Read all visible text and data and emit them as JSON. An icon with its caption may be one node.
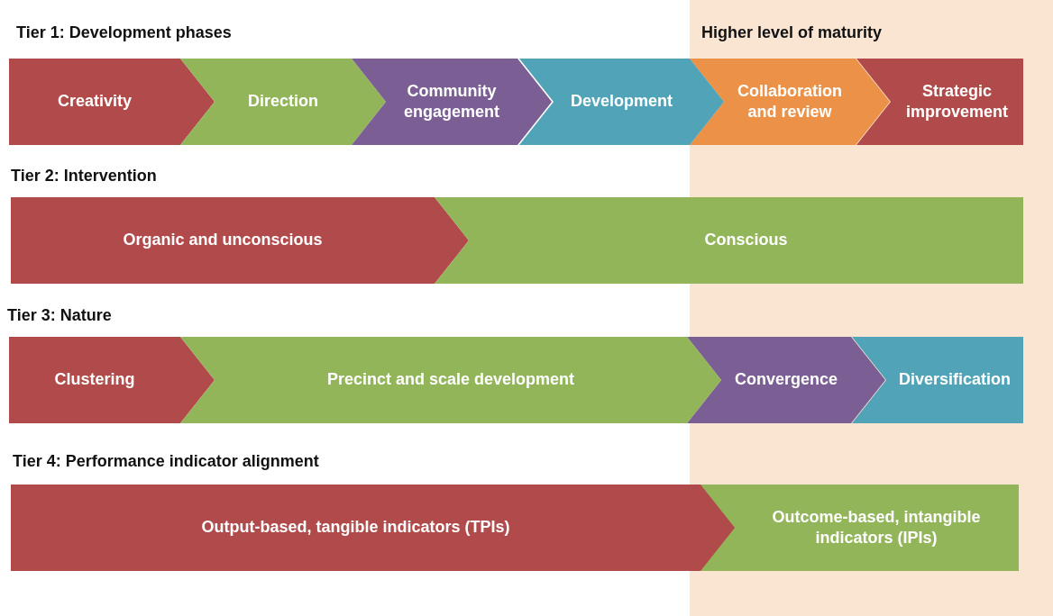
{
  "diagram": {
    "nodes": [
      {
        "text": [
          "Higher level of maturity"
        ]
      },
      {
        "text": [
          "Creativity"
        ]
      },
      {
        "text": [
          "Direction"
        ]
      },
      {
        "text": [
          "Community engagement"
        ]
      },
      {
        "text": [
          "Development"
        ]
      },
      {
        "text": [
          "Collaboration and review"
        ],
        "in": 0
      },
      {
        "text": [
          "Strategic improvement"
        ],
        "in": 0
      },
      {
        "text": [
          "Organic and unconscious"
        ]
      },
      {
        "text": [
          "Conscious"
        ]
      },
      {
        "text": [
          "Clustering"
        ]
      },
      {
        "text": [
          "Precinct and scale development"
        ]
      },
      {
        "text": [
          "Convergence"
        ],
        "in": 0
      },
      {
        "text": [
          "Diversification"
        ],
        "in": 0
      },
      {
        "text": [
          "Output-based, tangible indicators (TPIs)"
        ]
      },
      {
        "text": [
          "Outcome-based, intangible indicators (IPIs)"
        ],
        "in": 0
      }
    ],
    "edges": [],
    "labels": [
      "Tier 1: Development phases",
      "Tier 2: Intervention",
      "Tier 3: Nature",
      "Tier 4: Performance indicator alignment"
    ]
  }
}
